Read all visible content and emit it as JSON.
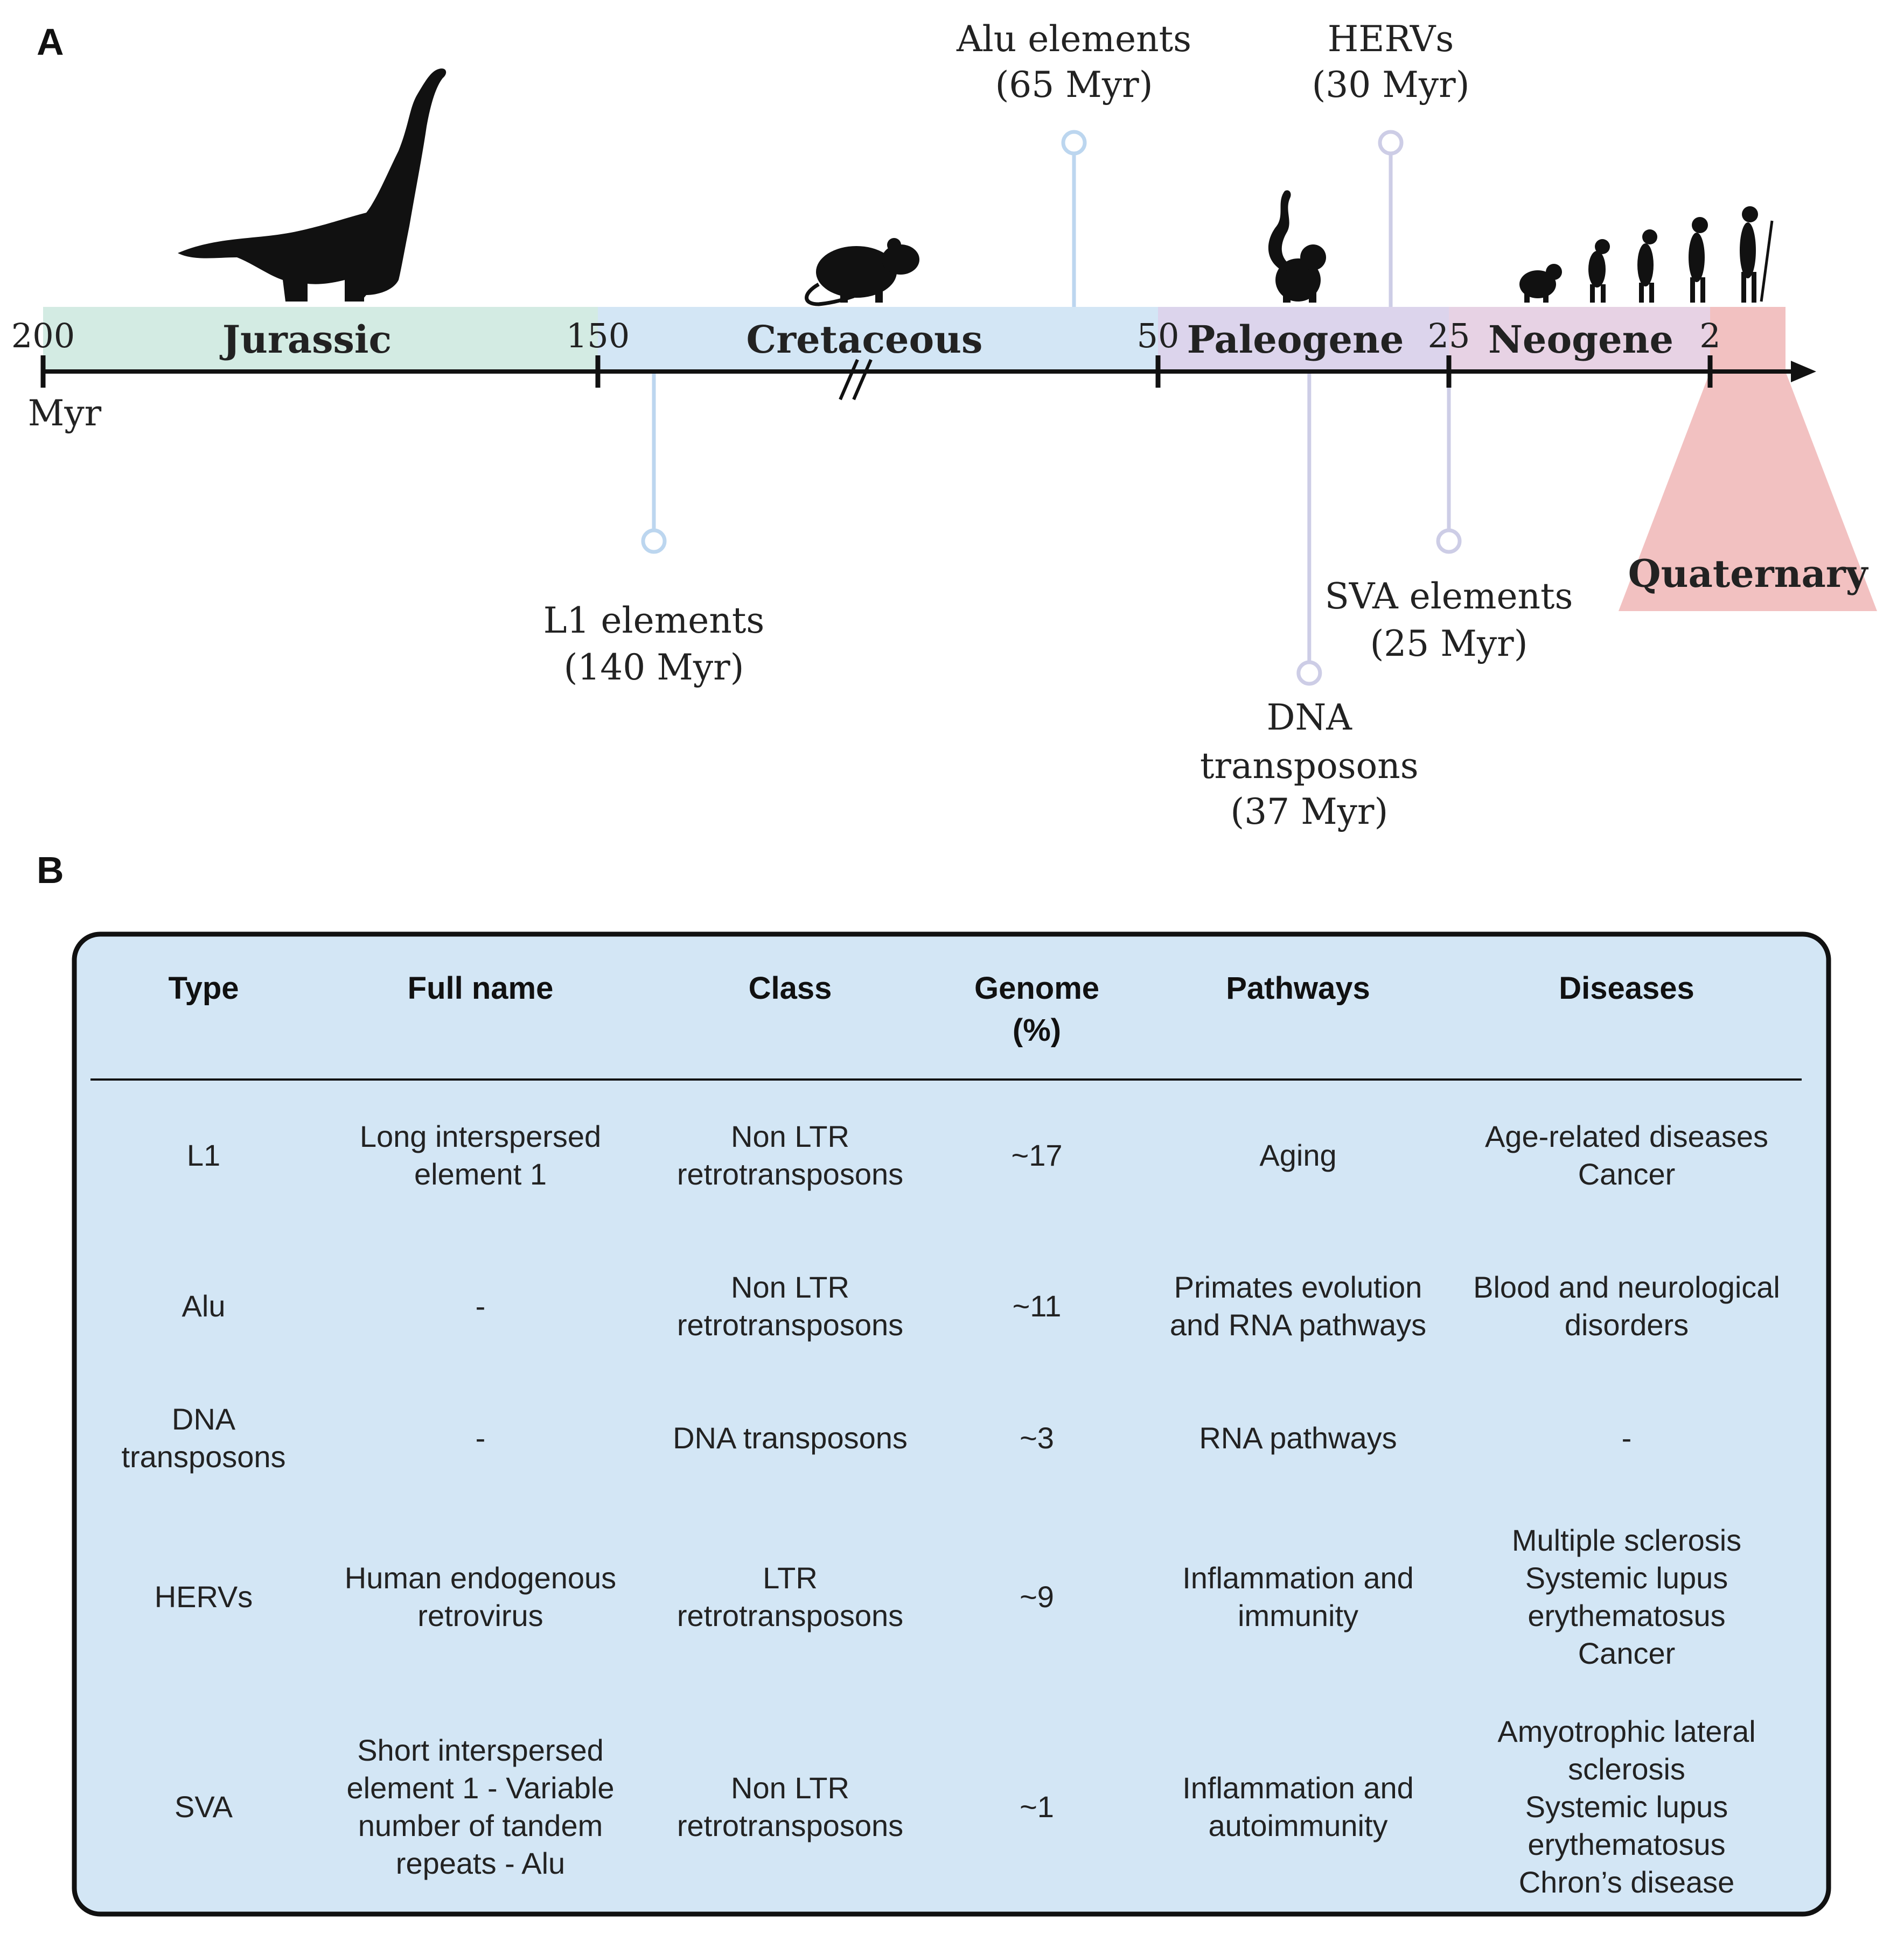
{
  "panel_a": {
    "label": "A",
    "axis": {
      "unit": "Myr",
      "ticks": [
        {
          "value": 200,
          "label": "200"
        },
        {
          "value": 150,
          "label": "150"
        },
        {
          "value": 50,
          "label": "50"
        },
        {
          "value": 25,
          "label": "25"
        },
        {
          "value": 2,
          "label": "2"
        }
      ],
      "break_between": [
        150,
        50
      ]
    },
    "periods": [
      {
        "name": "Jurassic",
        "from": 200,
        "to": 150,
        "color": "#d3ebe3"
      },
      {
        "name": "Cretaceous",
        "from": 150,
        "to": 50,
        "color": "#d3e6f5"
      },
      {
        "name": "Paleogene",
        "from": 50,
        "to": 25,
        "color": "#dcd4ec"
      },
      {
        "name": "Neogene",
        "from": 25,
        "to": 2,
        "color": "#e7d2e4"
      },
      {
        "name": "Quaternary",
        "from": 2,
        "to": 0,
        "color": "#f2c1c1"
      }
    ],
    "markers": [
      {
        "name": "Alu elements",
        "age": "(65 Myr)",
        "value": 65,
        "side": "above",
        "color": "#bcd6ef"
      },
      {
        "name": "HERVs",
        "age": "(30 Myr)",
        "value": 30,
        "side": "above",
        "color": "#cdcde6"
      },
      {
        "name": "L1 elements",
        "age": "(140 Myr)",
        "value": 140,
        "side": "below",
        "color": "#bcd6ef"
      },
      {
        "name": "DNA transposons",
        "age": "(37 Myr)",
        "value": 37,
        "side": "below",
        "color": "#cdcde6"
      },
      {
        "name": "SVA elements",
        "age": "(25 Myr)",
        "value": 25,
        "side": "below",
        "color": "#cdcde6"
      }
    ],
    "icons": [
      "dinosaur-icon",
      "rodent-icon",
      "lemur-icon",
      "human-evolution-icon"
    ]
  },
  "panel_b": {
    "label": "B",
    "headers": [
      "Type",
      "Full name",
      "Class",
      "Genome\n(%)",
      "Pathways",
      "Diseases"
    ],
    "rows": [
      [
        "L1",
        "Long interspersed\nelement 1",
        "Non LTR\nretrotransposons",
        "~17",
        "Aging",
        "Age-related diseases\nCancer"
      ],
      [
        "Alu",
        "-",
        "Non LTR\nretrotransposons",
        "~11",
        "Primates evolution\nand RNA pathways",
        "Blood and neurological\ndisorders"
      ],
      [
        "DNA\ntransposons",
        "-",
        "DNA transposons",
        "~3",
        "RNA pathways",
        "-"
      ],
      [
        "HERVs",
        "Human endogenous\nretrovirus",
        "LTR\nretrotransposons",
        "~9",
        "Inflammation and\nimmunity",
        "Multiple sclerosis\nSystemic lupus\nerythematosus\nCancer"
      ],
      [
        "SVA",
        "Short interspersed\nelement 1 - Variable\nnumber of tandem\nrepeats - Alu",
        "Non LTR\nretrotransposons",
        "~1",
        "Inflammation and\nautoimmunity",
        "Amyotrophic lateral\nsclerosis\nSystemic lupus\nerythematosus\nChron’s disease"
      ]
    ],
    "table_color": "#d3e6f5"
  }
}
